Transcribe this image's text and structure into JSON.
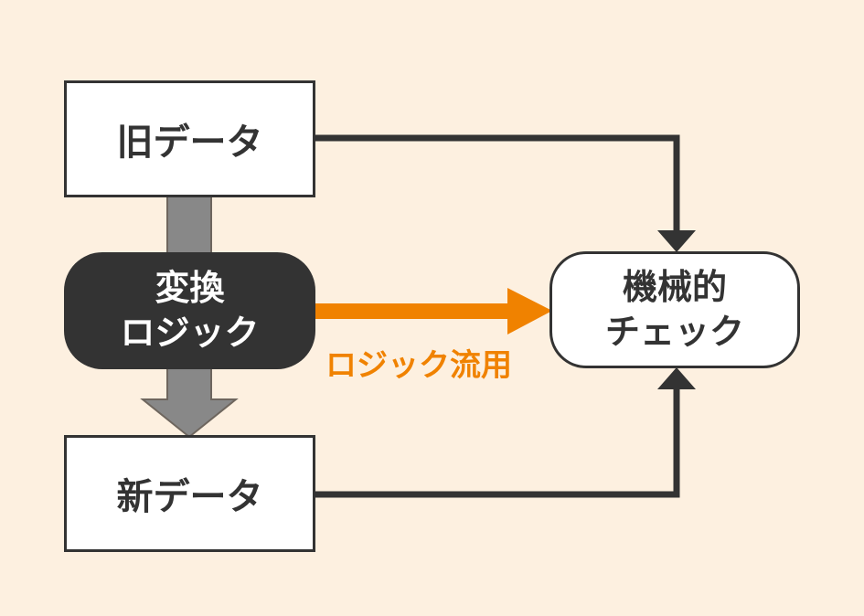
{
  "diagram": {
    "nodes": {
      "old_data": "旧データ",
      "transform_logic": [
        "変換",
        "ロジック"
      ],
      "new_data": "新データ",
      "mechanical_check": [
        "機械的",
        "チェック"
      ]
    },
    "edge_labels": {
      "logic_reuse": "ロジック流用"
    },
    "colors": {
      "background": "#fdf0e0",
      "node_border": "#333333",
      "dark_node": "#333333",
      "flow_arrow": "#888888",
      "reuse_arrow": "#f08200"
    }
  }
}
